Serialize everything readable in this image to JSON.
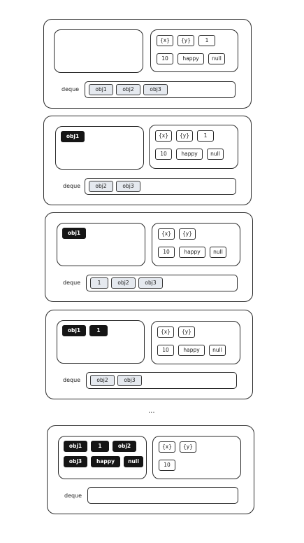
{
  "deque_label": "deque",
  "separator": "...",
  "steps": [
    {
      "held": [],
      "pool": [
        [
          "{x}",
          "{y}",
          "1"
        ],
        [
          "10",
          "happy",
          "null"
        ]
      ],
      "deque": [
        "obj1",
        "obj2",
        "obj3"
      ]
    },
    {
      "held": [
        [
          "obj1"
        ]
      ],
      "pool": [
        [
          "{x}",
          "{y}",
          "1"
        ],
        [
          "10",
          "happy",
          "null"
        ]
      ],
      "deque": [
        "obj2",
        "obj3"
      ]
    },
    {
      "held": [
        [
          "obj1"
        ]
      ],
      "pool": [
        [
          "{x}",
          "{y}"
        ],
        [
          "10",
          "happy",
          "null"
        ]
      ],
      "deque": [
        "1",
        "obj2",
        "obj3"
      ]
    },
    {
      "held": [
        [
          "obj1",
          "1"
        ]
      ],
      "pool": [
        [
          "{x}",
          "{y}"
        ],
        [
          "10",
          "happy",
          "null"
        ]
      ],
      "deque": [
        "obj2",
        "obj3"
      ]
    },
    {
      "held": [
        [
          "obj1",
          "1",
          "obj2"
        ],
        [
          "obj3",
          "happy",
          "null"
        ]
      ],
      "pool": [
        [
          "{x}",
          "{y}"
        ],
        [
          "10"
        ]
      ],
      "deque": []
    }
  ]
}
